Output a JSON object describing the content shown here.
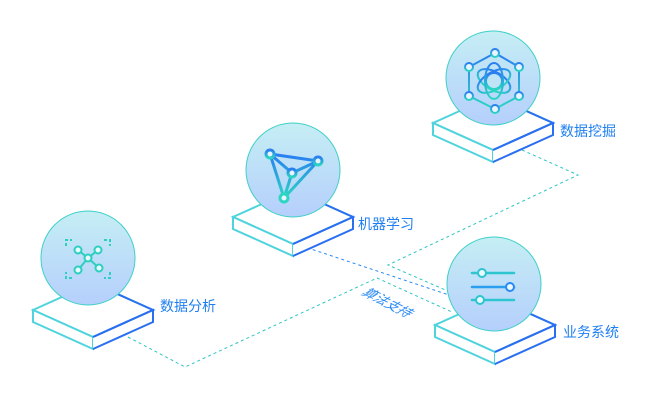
{
  "nodes": [
    {
      "id": "analysis",
      "label": "数据分析",
      "icon": "network-frame-icon"
    },
    {
      "id": "ml",
      "label": "机器学习",
      "icon": "triangle-graph-icon"
    },
    {
      "id": "mining",
      "label": "数据挖掘",
      "icon": "hexagon-atom-icon"
    },
    {
      "id": "business",
      "label": "业务系统",
      "icon": "sliders-icon"
    }
  ],
  "center_label": "算法支持",
  "colors": {
    "accent": "#1f7ff0",
    "teal": "#2ccfc0",
    "circle_top": "#c3ecf5",
    "circle_bottom": "#b7d2fb"
  }
}
